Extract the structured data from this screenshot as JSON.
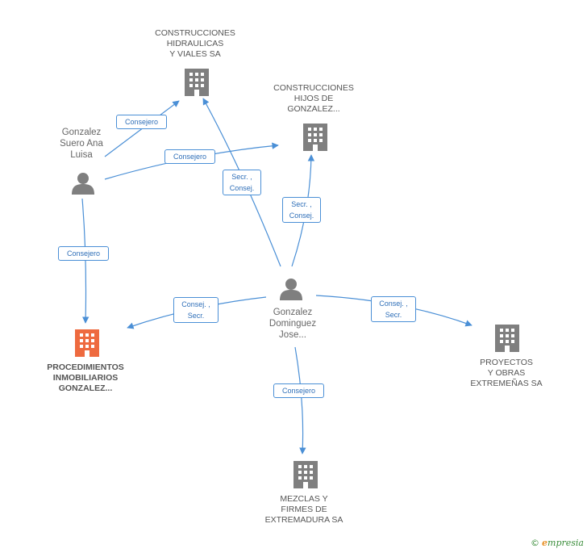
{
  "colors": {
    "edge": "#4a8fd6",
    "company": "#7f7f7f",
    "highlight": "#ee6a3f",
    "person": "#7f7f7f"
  },
  "nodes": {
    "construcciones_hidraulicas": {
      "label": "CONSTRUCCIONES\nHIDRAULICAS\nY VIALES SA",
      "icon": "building-icon"
    },
    "construcciones_hijos": {
      "label": "CONSTRUCCIONES\nHIJOS DE\nGONZALEZ...",
      "icon": "building-icon"
    },
    "gonzalez_suero": {
      "label": "Gonzalez\nSuero Ana\nLuisa",
      "icon": "person-icon"
    },
    "gonzalez_dominguez": {
      "label": "Gonzalez\nDominguez\nJose...",
      "icon": "person-icon"
    },
    "procedimientos": {
      "label": "PROCEDIMIENTOS\nINMOBILIARIOS\nGONZALEZ...",
      "icon": "building-icon"
    },
    "proyectos": {
      "label": "PROYECTOS\nY OBRAS\nEXTREMEÑAS SA",
      "icon": "building-icon"
    },
    "mezclas": {
      "label": "MEZCLAS Y\nFIRMES DE\nEXTREMADURA SA",
      "icon": "building-icon"
    }
  },
  "edges": {
    "suero_hidraulicas": "Consejero",
    "suero_hijos": "Consejero",
    "suero_procedimientos": "Consejero",
    "dominguez_hidraulicas": "Secr. ,\nConsej.",
    "dominguez_hijos": "Secr. ,\nConsej.",
    "dominguez_procedimientos": "Consej. ,\nSecr.",
    "dominguez_proyectos": "Consej. ,\nSecr.",
    "dominguez_mezclas": "Consejero"
  },
  "footer": {
    "copyright": "©",
    "brand_first": "e",
    "brand_rest": "mpresia"
  }
}
